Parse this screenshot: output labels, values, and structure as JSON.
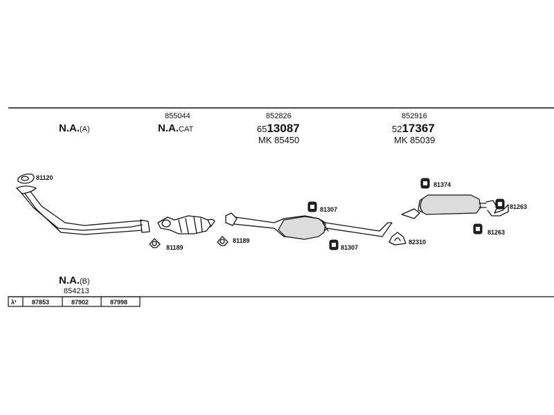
{
  "header": {
    "col_a": {
      "prefix": "N.A.",
      "suffix": "(A)"
    },
    "col_cat": {
      "ref": "855044",
      "prefix": "N.A.",
      "suffix": "CAT"
    },
    "col_mid": {
      "ref": "852826",
      "num_small": "65",
      "num_big": "13087",
      "mk": "MK  85450"
    },
    "col_rear": {
      "ref": "852916",
      "num_small": "52",
      "num_big": "17367",
      "mk": "MK  85039"
    }
  },
  "parts": {
    "gasket_front": "81120",
    "seal_cat_1": "81189",
    "seal_cat_2": "81189",
    "hanger_mid_top": "81307",
    "hanger_mid_bottom": "81307",
    "clamp_mid": "82310",
    "hanger_rear_top": "81374",
    "hanger_rear_right": "81263",
    "hanger_rear_bottom": "81263"
  },
  "variant_b": {
    "prefix": "N.A.",
    "suffix": "(B)",
    "ref": "854213"
  },
  "lambda_table": {
    "symbol": "λ¹",
    "cells": [
      "87853",
      "87902",
      "87998"
    ]
  }
}
